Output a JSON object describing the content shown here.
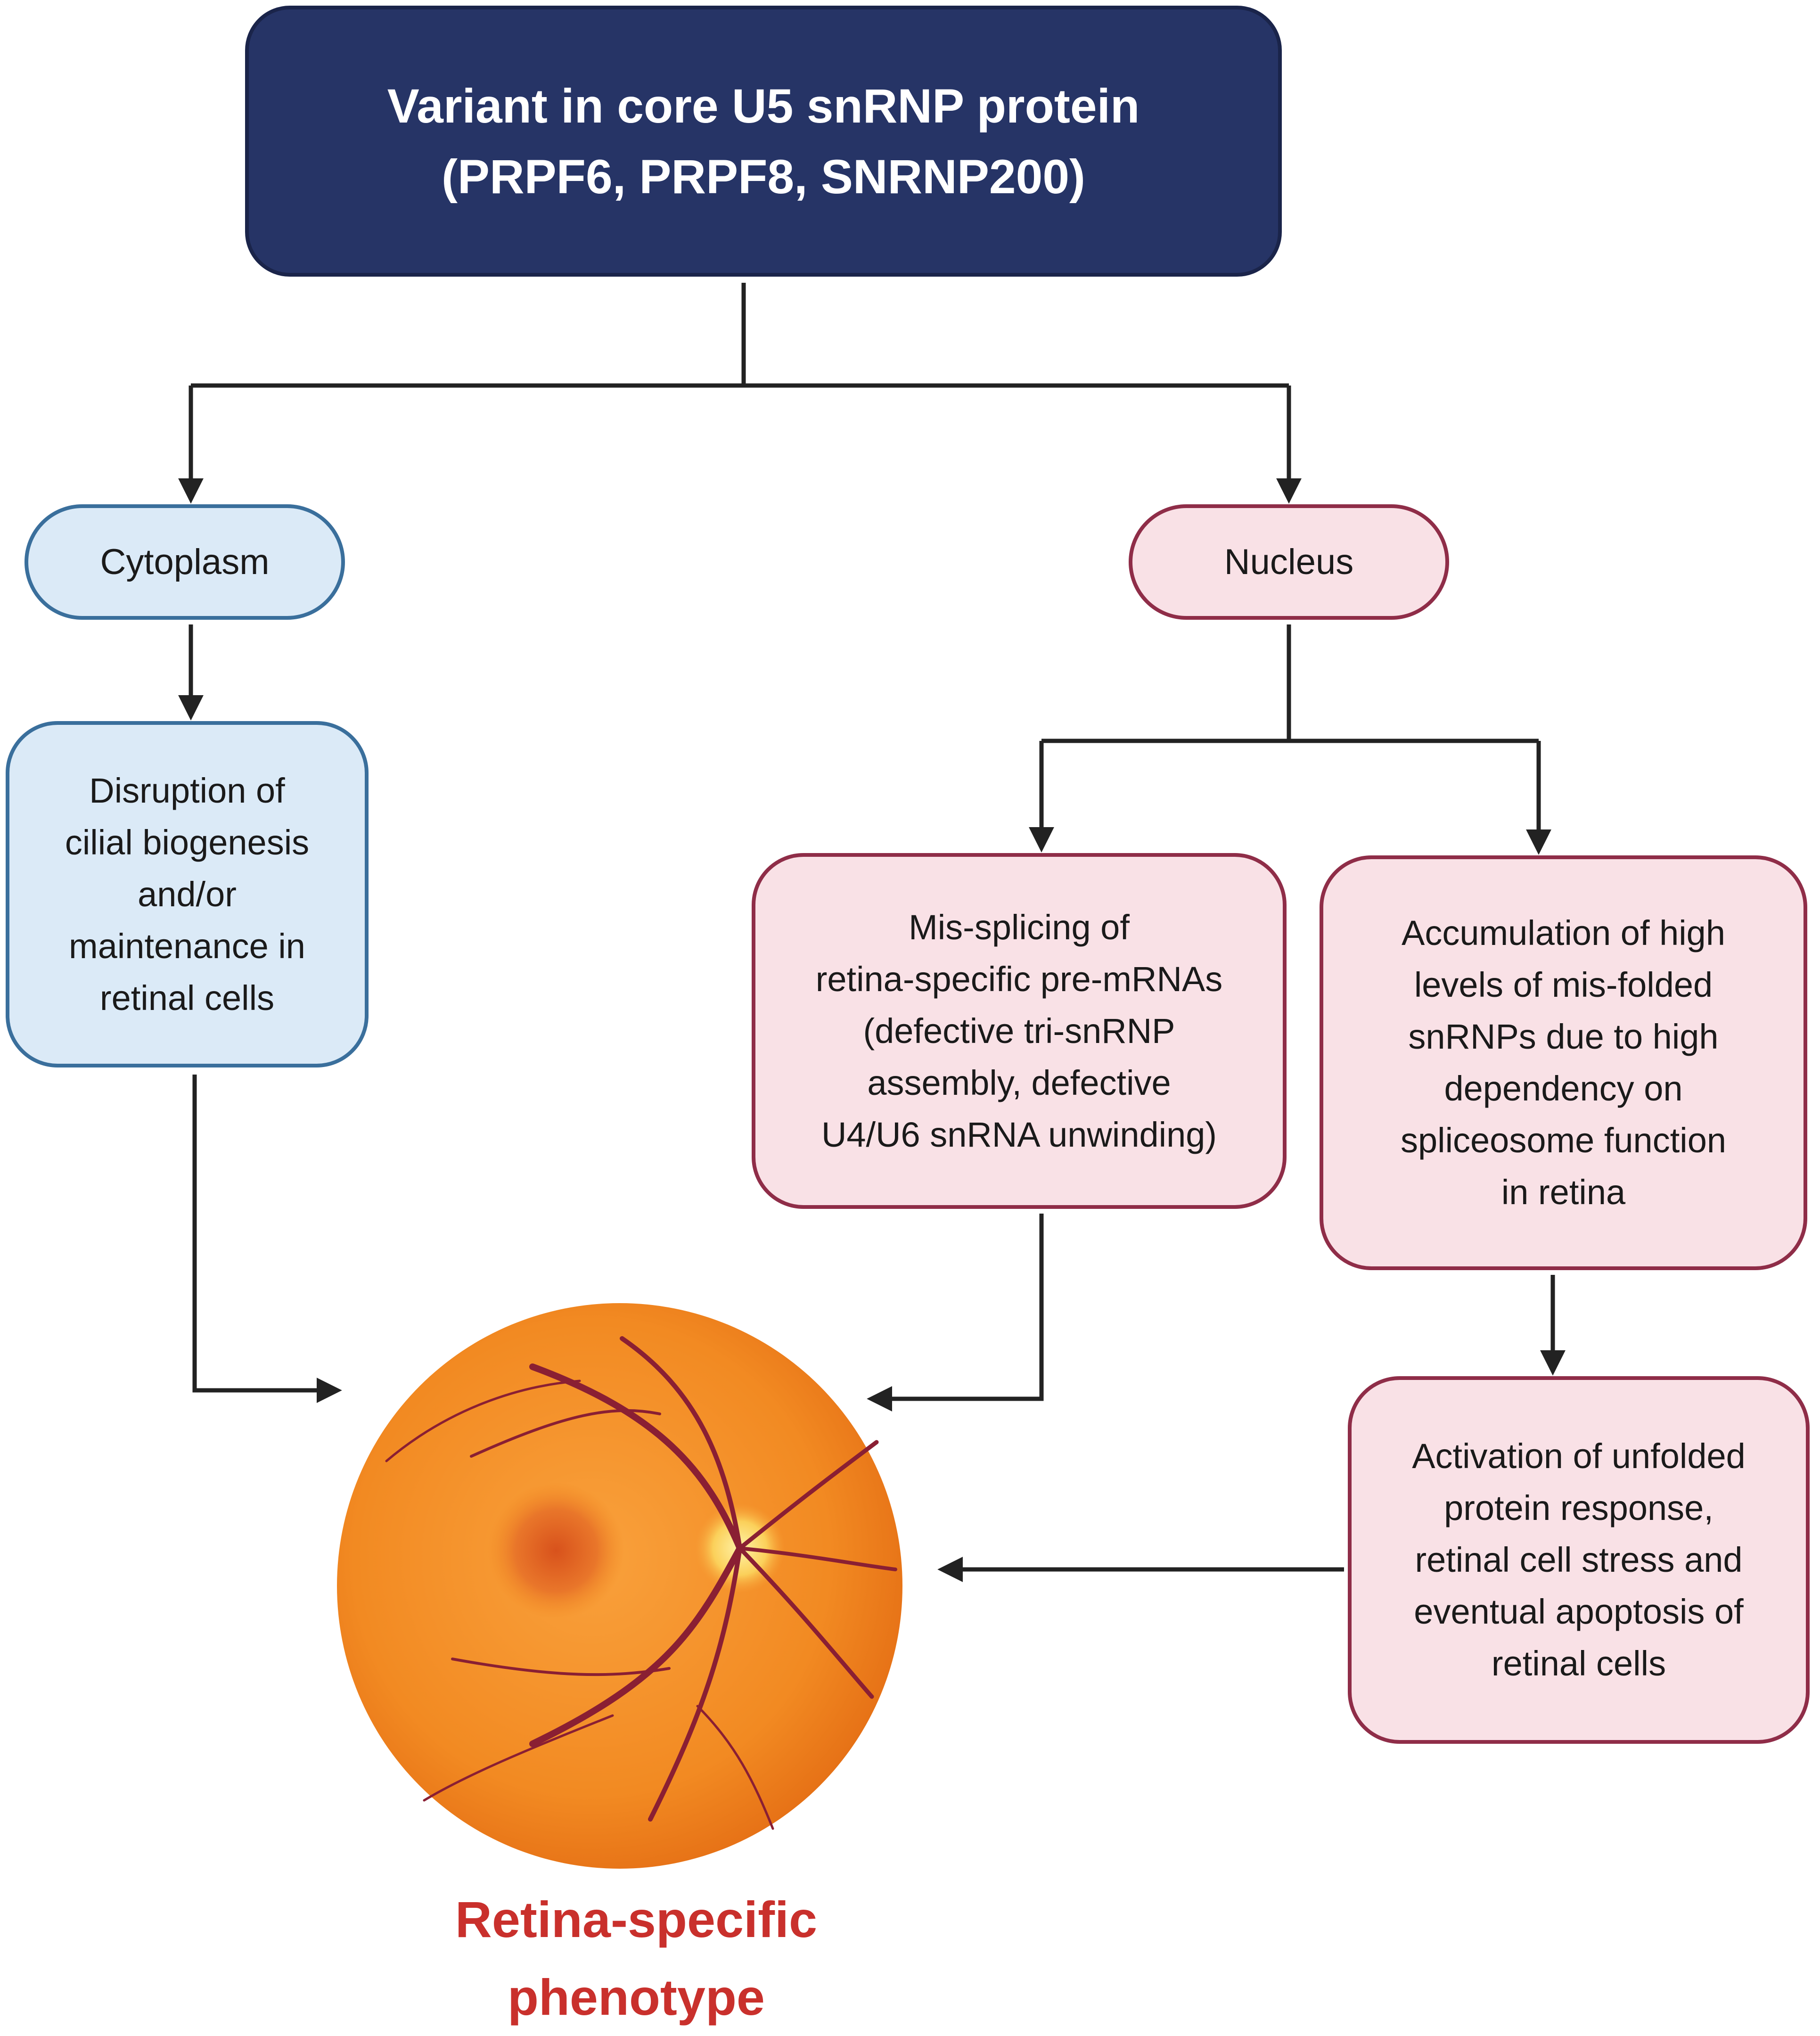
{
  "top": {
    "line1": "Variant in core U5 snRNP protein",
    "line2": "(PRPF6, PRPF8, SNRNP200)"
  },
  "cytoplasm": {
    "label": "Cytoplasm"
  },
  "nucleus": {
    "label": "Nucleus"
  },
  "disruption": {
    "lines": [
      "Disruption of",
      "cilial biogenesis",
      "and/or",
      "maintenance in",
      "retinal cells"
    ]
  },
  "missplicing": {
    "lines": [
      "Mis-splicing of",
      "retina-specific pre-mRNAs",
      "(defective tri-snRNP",
      "assembly, defective",
      "U4/U6 snRNA unwinding)"
    ]
  },
  "accumulation": {
    "lines": [
      "Accumulation of high",
      "levels of mis-folded",
      "snRNPs due to high",
      "dependency on",
      "spliceosome function",
      "in retina"
    ]
  },
  "activation": {
    "lines": [
      "Activation of unfolded",
      "protein response,",
      "retinal cell stress and",
      "eventual apoptosis of",
      "retinal cells"
    ]
  },
  "phenotype": {
    "lines": [
      "Retina-specific",
      "phenotype"
    ]
  },
  "colors": {
    "top_fill": "#263466",
    "blue_fill": "#dbeaf7",
    "blue_border": "#3a6f9c",
    "pink_fill": "#f9e1e6",
    "pink_border": "#8f2d48",
    "phenotype_text": "#c9302c",
    "retina_fill": "#f28a22",
    "vessel": "#8a1f33"
  },
  "icons": {
    "retina": "retina-fundus-illustration"
  }
}
